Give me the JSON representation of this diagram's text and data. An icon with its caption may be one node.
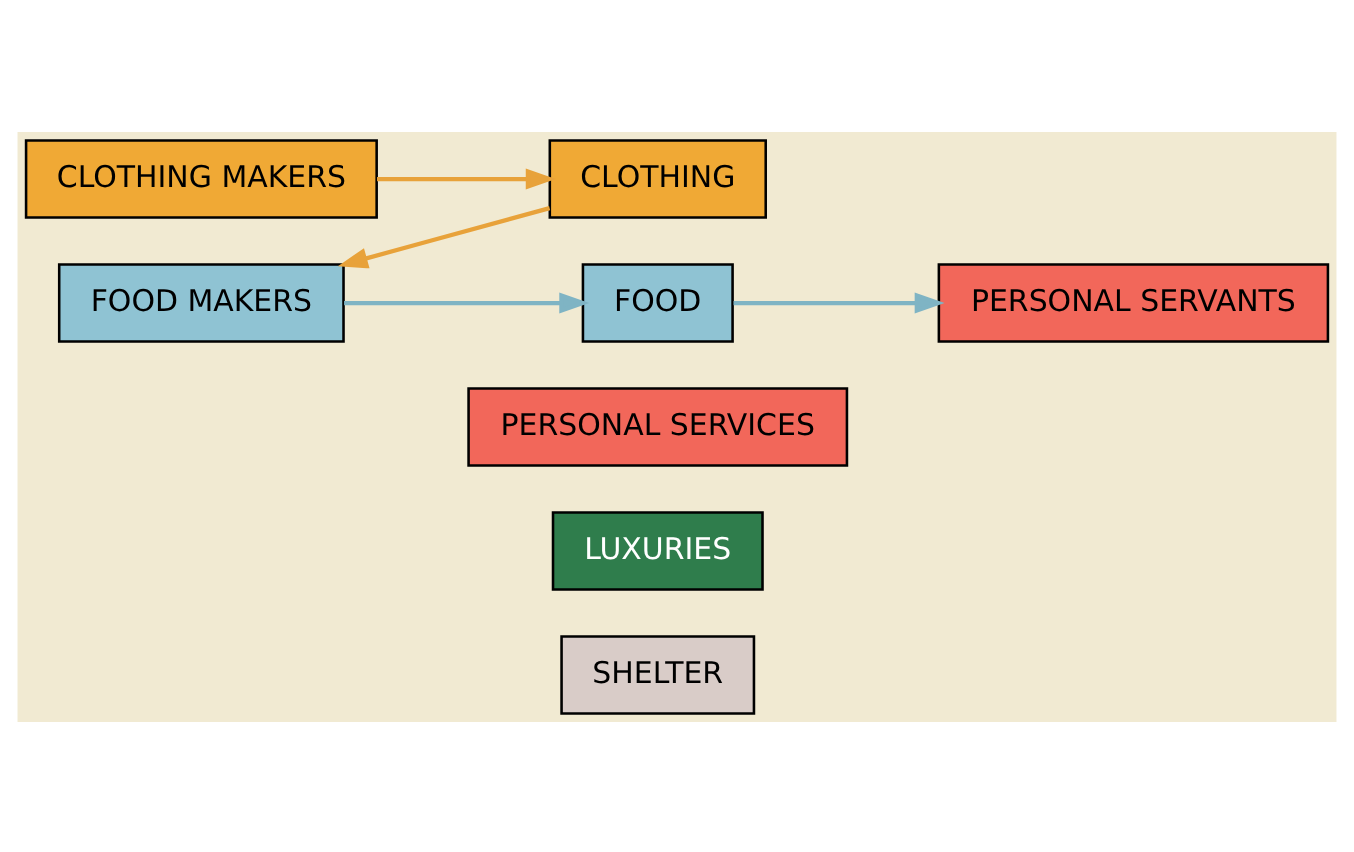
{
  "diagram": {
    "nodes": [
      {
        "text": [
          "FOOD MAKERS"
        ]
      },
      {
        "text": [
          "PERSONAL SERVANTS"
        ]
      },
      {
        "text": [
          "CLOTHING MAKERS"
        ]
      },
      {
        "text": [
          "CLOTHING"
        ]
      },
      {
        "text": [
          "FOOD"
        ]
      },
      {
        "text": [
          "PERSONAL SERVICES"
        ]
      },
      {
        "text": [
          "SHELTER"
        ]
      },
      {
        "text": [
          "LUXURIES"
        ]
      }
    ],
    "edges": [
      {
        "from": 2,
        "to": 3,
        "arrow": "to",
        "color": "#e8a23a"
      },
      {
        "from": 3,
        "to": 0,
        "arrow": "to",
        "color": "#e8a23a"
      },
      {
        "from": 0,
        "to": 4,
        "arrow": "to",
        "color": "#7fb4c4"
      },
      {
        "from": 4,
        "to": 1,
        "arrow": "to",
        "color": "#7fb4c4"
      }
    ]
  }
}
